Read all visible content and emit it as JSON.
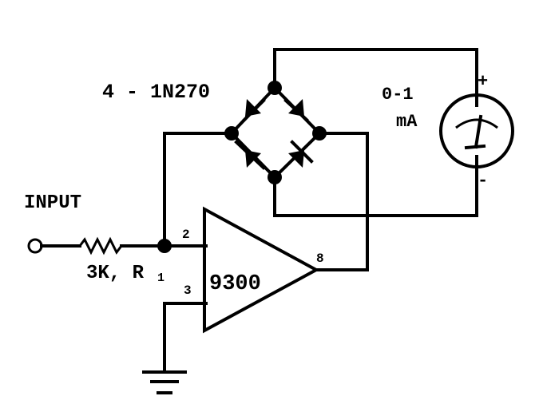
{
  "labels": {
    "diode_bridge": "4 - 1N270",
    "meter_range": "0-1",
    "meter_unit": "mA",
    "meter_plus": "+",
    "meter_minus": "-",
    "input": "INPUT",
    "resistor": "3K, R",
    "resistor_subscript": "1",
    "opamp": "9300",
    "pin_inverting": "2",
    "pin_noninverting": "3",
    "pin_output": "8"
  }
}
